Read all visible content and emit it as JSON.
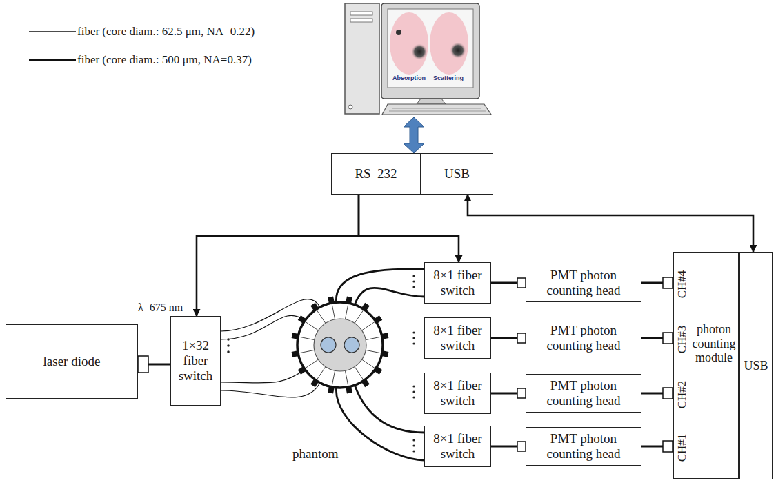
{
  "diagram": {
    "nodes": [
      {
        "text": [
          "Absorption",
          "Scattering"
        ]
      },
      {
        "text": [
          "RS–232"
        ]
      },
      {
        "text": [
          "USB"
        ]
      },
      {
        "text": [
          "laser diode"
        ]
      },
      {
        "text": [
          "1×32 fiber switch"
        ]
      },
      {
        "text": [
          "phantom"
        ]
      },
      {
        "text": [
          "8×1 fiber switch"
        ]
      },
      {
        "text": [
          "8×1 fiber switch"
        ]
      },
      {
        "text": [
          "8×1 fiber switch"
        ]
      },
      {
        "text": [
          "8×1 fiber switch"
        ]
      },
      {
        "text": [
          "PMT photon counting head"
        ]
      },
      {
        "text": [
          "PMT photon counting head"
        ]
      },
      {
        "text": [
          "PMT photon counting head"
        ]
      },
      {
        "text": [
          "PMT photon counting head"
        ]
      },
      {
        "text": [
          "CH#4",
          "CH#3",
          "CH#2",
          "CH#1",
          "photon counting module"
        ]
      },
      {
        "text": [
          "USB"
        ]
      }
    ],
    "edges": [
      {
        "from": 0,
        "to": 1,
        "arrow": "both"
      },
      {
        "from": 1,
        "to": 4,
        "arrow": "to"
      },
      {
        "from": 1,
        "to": 6,
        "arrow": "to"
      },
      {
        "from": 2,
        "to": 15,
        "arrow": "both"
      },
      {
        "from": 3,
        "to": 4,
        "arrow": "none"
      },
      {
        "from": 4,
        "to": 5,
        "arrow": "none"
      },
      {
        "from": 5,
        "to": 6,
        "arrow": "none"
      },
      {
        "from": 5,
        "to": 9,
        "arrow": "none"
      },
      {
        "from": 6,
        "to": 10,
        "arrow": "none"
      },
      {
        "from": 7,
        "to": 11,
        "arrow": "none"
      },
      {
        "from": 8,
        "to": 12,
        "arrow": "none"
      },
      {
        "from": 9,
        "to": 13,
        "arrow": "none"
      },
      {
        "from": 10,
        "to": 14,
        "arrow": "none"
      },
      {
        "from": 11,
        "to": 14,
        "arrow": "none"
      },
      {
        "from": 12,
        "to": 14,
        "arrow": "none"
      },
      {
        "from": 13,
        "to": 14,
        "arrow": "none"
      }
    ],
    "labels": [
      "λ=675 nm"
    ],
    "legend": [
      {
        "text": "fiber (core diam.: 62.5 μm, NA=0.22)"
      },
      {
        "text": "fiber (core diam.: 500 μm, NA=0.37)"
      }
    ]
  }
}
